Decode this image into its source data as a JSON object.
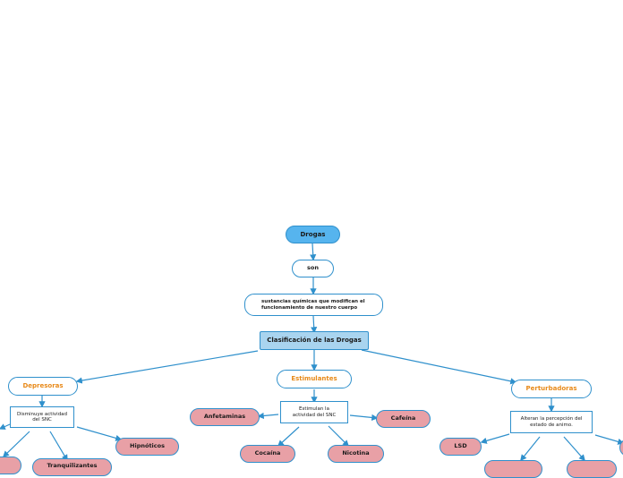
{
  "colors": {
    "accent_blue": "#2f90cc",
    "root_fill": "#56b4ee",
    "classification_fill": "#a9d4ef",
    "category_text": "#e88a1a",
    "leaf_fill": "#e8a0a6"
  },
  "nodes": {
    "root": "Drogas",
    "verb": "son",
    "definition": "sustancias químicas que modifican el\nfuncionamiento de nuestro cuerpo",
    "classification": "Clasificación de las Drogas",
    "depresoras": {
      "label": "Depresoras",
      "description": "Disminuye actividad\ndel SNC",
      "examples": [
        "Hipnóticos",
        "Tranquilizantes"
      ]
    },
    "estimulantes": {
      "label": "Estimulantes",
      "description": "Estimulan la\nactividad del SNC",
      "examples": [
        "Anfetaminas",
        "Cafeína",
        "Cocaína",
        "Nicotina"
      ]
    },
    "perturbadoras": {
      "label": "Perturbadoras",
      "description": "Alteran la percepción del\nestado de animo.",
      "examples": [
        "LSD"
      ]
    }
  }
}
